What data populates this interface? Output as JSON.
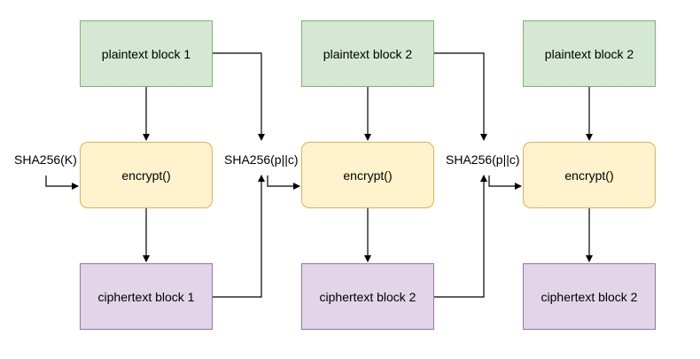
{
  "blocks": [
    {
      "plaintext": "plaintext block 1",
      "encrypt": "encrypt()",
      "ciphertext": "ciphertext block 1",
      "key_label": "SHA256(K)"
    },
    {
      "plaintext": "plaintext block 2",
      "encrypt": "encrypt()",
      "ciphertext": "ciphertext block 2",
      "key_label": "SHA256(p||c)"
    },
    {
      "plaintext": "plaintext block 2",
      "encrypt": "encrypt()",
      "ciphertext": "ciphertext block 2",
      "key_label": "SHA256(p||c)"
    }
  ],
  "colors": {
    "plaintext_fill": "#d5e8d4",
    "plaintext_stroke": "#82b366",
    "encrypt_fill": "#fff2cc",
    "encrypt_stroke": "#d6b656",
    "ciphertext_fill": "#e1d5e7",
    "ciphertext_stroke": "#9673a6"
  }
}
